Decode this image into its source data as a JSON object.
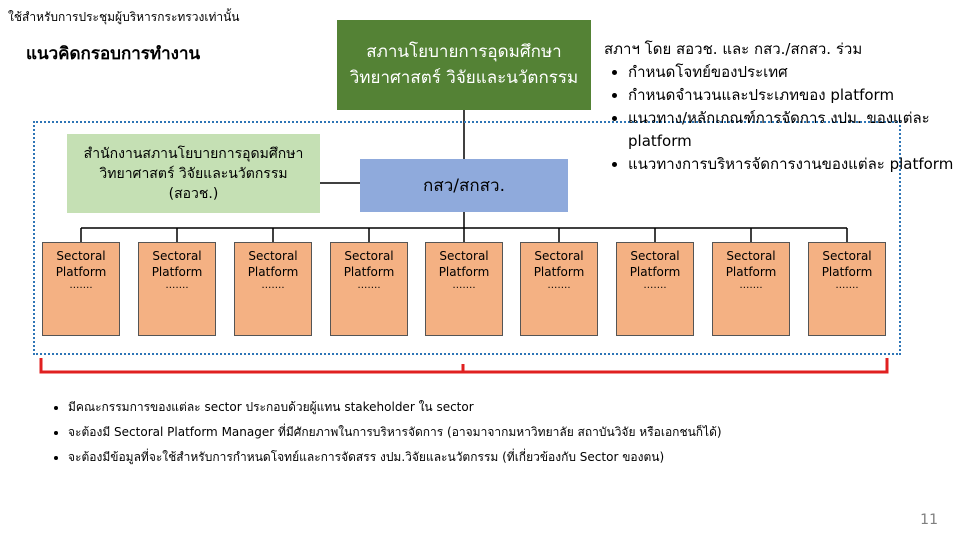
{
  "header_note": "ใช้สำหรับการประชุมผู้บริหารกระทรวงเท่านั้น",
  "title": "แนวคิดกรอบการทำงาน",
  "top_box": {
    "line1": "สภานโยบายการอุดมศึกษา",
    "line2": "วิทยาศาสตร์ วิจัยและนวัตกรรม"
  },
  "office_box": {
    "line1": "สำนักงานสภานโยบายการอุดมศึกษา",
    "line2": "วิทยาศาสตร์ วิจัยและนวัตกรรม",
    "line3": "(สอวช.)"
  },
  "mid_box": {
    "label": "กสว/สกสว."
  },
  "responsibilities": {
    "heading": "สภาฯ โดย สอวช. และ กสว./สกสว. ร่วม",
    "items": [
      "กำหนดโจทย์ของประเทศ",
      "กำหนดจำนวนและประเภทของ platform",
      "แนวทาง/หลักเกณฑ์การจัดการ งปม. ของแต่ละ platform",
      "แนวทางการบริหารจัดการงานของแต่ละ platform"
    ]
  },
  "platforms": [
    {
      "line1": "Sectoral",
      "line2": "Platform",
      "dots": "……."
    },
    {
      "line1": "Sectoral",
      "line2": "Platform",
      "dots": "……."
    },
    {
      "line1": "Sectoral",
      "line2": "Platform",
      "dots": "……."
    },
    {
      "line1": "Sectoral",
      "line2": "Platform",
      "dots": "……."
    },
    {
      "line1": "Sectoral",
      "line2": "Platform",
      "dots": "……."
    },
    {
      "line1": "Sectoral",
      "line2": "Platform",
      "dots": "……."
    },
    {
      "line1": "Sectoral",
      "line2": "Platform",
      "dots": "……."
    },
    {
      "line1": "Sectoral",
      "line2": "Platform",
      "dots": "……."
    },
    {
      "line1": "Sectoral",
      "line2": "Platform",
      "dots": "……."
    }
  ],
  "notes": [
    "มีคณะกรรมการของแต่ละ sector ประกอบด้วยผู้แทน stakeholder ใน sector",
    "จะต้องมี Sectoral Platform Manager ที่มีศักยภาพในการบริหารจัดการ (อาจมาจากมหาวิทยาลัย สถาบันวิจัย หรือเอกชนก็ได้)",
    "จะต้องมีข้อมูลที่จะใช้สำหรับการกำหนดโจทย์และการจัดสรร งปม.วิจัยและนวัตกรรม (ที่เกี่ยวข้องกับ Sector ของตน)"
  ],
  "page_number": "11",
  "colors": {
    "top_box": "#548235",
    "office_box": "#c5e0b4",
    "mid_box": "#8faadc",
    "platform": "#f4b183",
    "dotted_frame": "#2e75b6",
    "bracket": "#e02020"
  }
}
